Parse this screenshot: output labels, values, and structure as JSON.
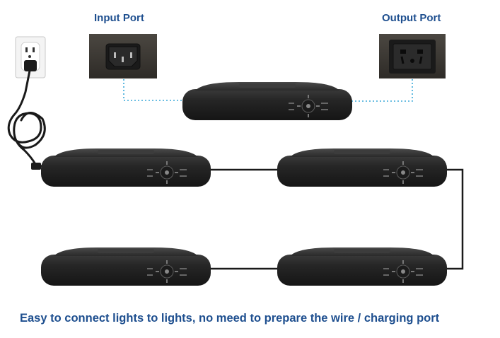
{
  "labels": {
    "input_port": "Input Port",
    "output_port": "Output Port"
  },
  "caption": "Easy to connect lights to lights, no meed to prepare the wire / charging port",
  "colors": {
    "label_blue": "#1e4f8f",
    "dotted_line": "#3aa8d8",
    "cable": "#1a1a1a",
    "light_body": "#222222"
  },
  "icons": {
    "wall_outlet": "wall-outlet-icon",
    "iec_inlet": "iec-c14-inlet-icon",
    "universal_socket": "universal-socket-icon"
  },
  "lights": {
    "count": 5
  }
}
